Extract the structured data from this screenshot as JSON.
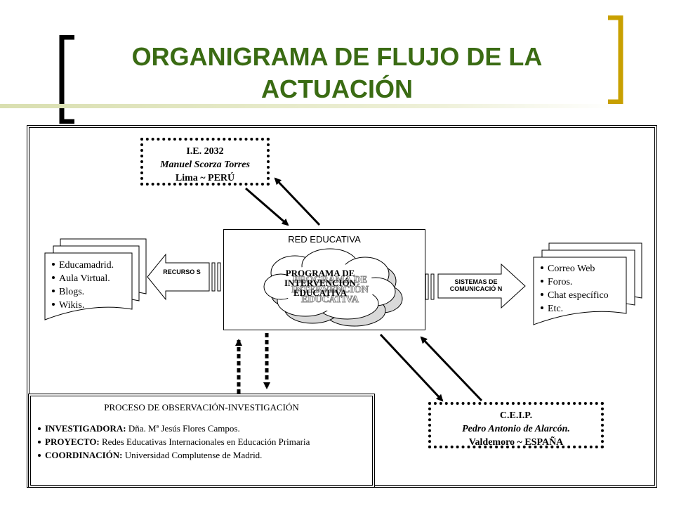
{
  "title": "ORGANIGRAMA DE FLUJO DE LA ACTUACIÓN",
  "colors": {
    "title": "#3a6b13",
    "bracket_left": "#000000",
    "bracket_right": "#c8a000"
  },
  "top_node": {
    "line1": "I.E. 2032",
    "line2": "Manuel Scorza Torres",
    "line3": "Lima ~ PERÚ"
  },
  "center": {
    "label": "RED EDUCATIVA",
    "cloud_text_line1": "PROGRAMA DE",
    "cloud_text_line2": "INTERVENCIÓN",
    "cloud_text_line3": "EDUCATIVA"
  },
  "left_arrow_label": "RECURSO S",
  "left_list": [
    "Educamadrid.",
    "Aula Virtual.",
    "Blogs.",
    "Wikis."
  ],
  "right_arrow_label": "SISTEMAS DE COMUNICACIÓ N",
  "right_list": [
    "Correo Web",
    "Foros.",
    "Chat específico",
    "Etc."
  ],
  "bottom_right_node": {
    "line1": "C.E.I.P.",
    "line2": "Pedro Antonio de Alarcón.",
    "line3": "Valdemoro ~ ESPAÑA"
  },
  "process": {
    "title": "PROCESO DE OBSERVACIÓN-INVESTIGACIÓN",
    "items": [
      {
        "label": "INVESTIGADORA:",
        "text": " Dña. Mª Jesús Flores Campos."
      },
      {
        "label": "PROYECTO:",
        "text": " Redes Educativas Internacionales en Educación Primaria"
      },
      {
        "label": "COORDINACIÓN:",
        "text": " Universidad Complutense de Madrid."
      }
    ]
  }
}
